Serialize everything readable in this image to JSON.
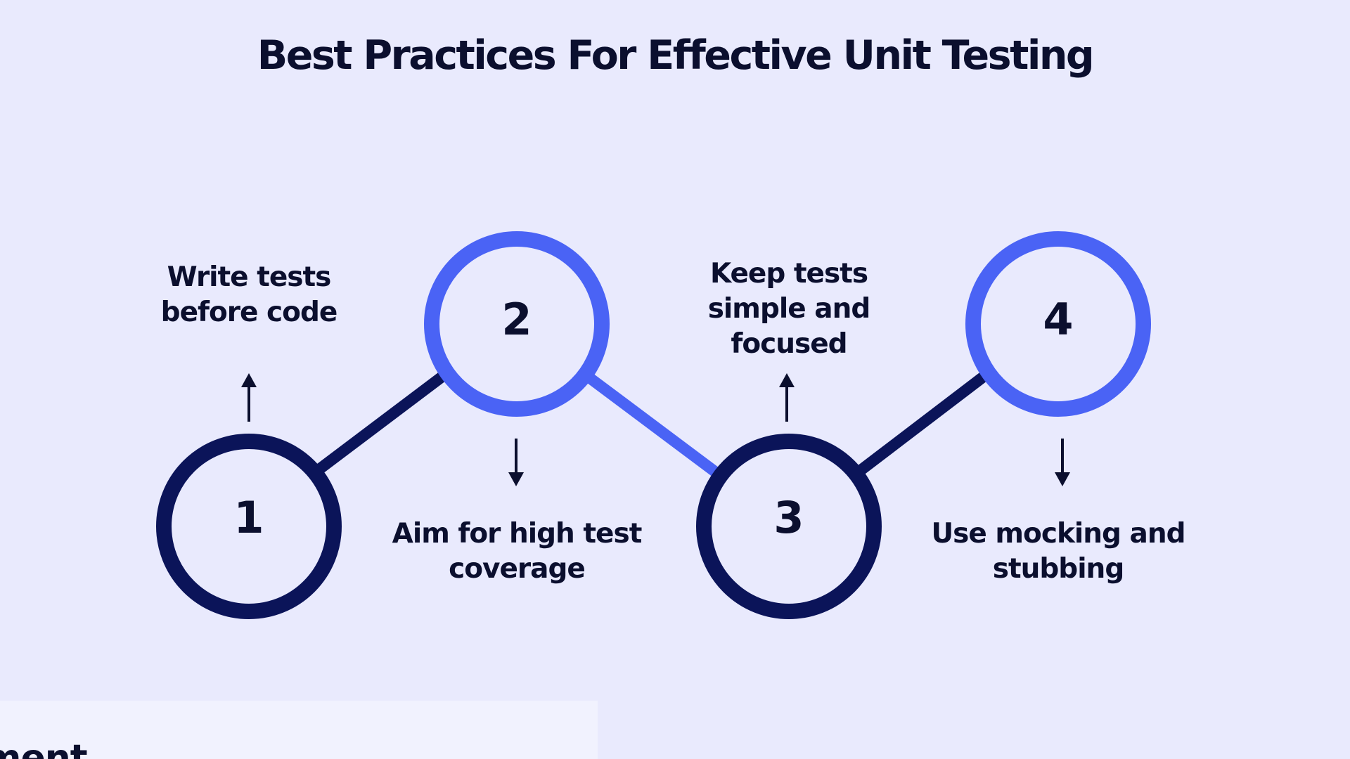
{
  "title": "Best Practices For Effective Unit Testing",
  "colors": {
    "background": "#e9eafd",
    "navy": "#0b1459",
    "blue": "#4a63f5",
    "text": "#0b0f2e"
  },
  "steps": [
    {
      "number": "1",
      "label": "Write tests before code",
      "ring_color": "navy",
      "arrow": "up-icon"
    },
    {
      "number": "2",
      "label": "Aim for high test coverage",
      "ring_color": "blue",
      "arrow": "down-icon"
    },
    {
      "number": "3",
      "label": "Keep tests simple and focused",
      "ring_color": "navy",
      "arrow": "up-icon"
    },
    {
      "number": "4",
      "label": "Use mocking and stubbing",
      "ring_color": "blue",
      "arrow": "down-icon"
    }
  ],
  "bottom_panel": {
    "partial_text": "ement"
  }
}
